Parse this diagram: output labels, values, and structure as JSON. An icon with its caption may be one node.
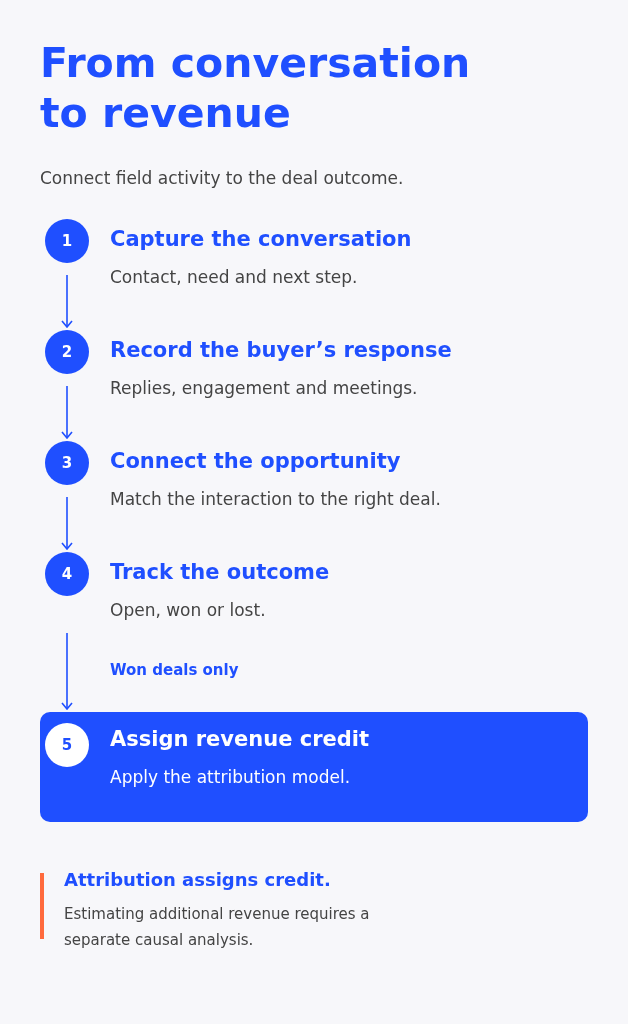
{
  "diagram": {
    "title": "From conversation to revenue",
    "nodes": [
      {
        "text": [
          "1"
        ],
        "beside": [
          "Capture the conversation",
          "Contact, need and next step."
        ]
      },
      {
        "text": [
          "2"
        ],
        "beside": [
          "Record the buyer’s response",
          "Replies, engagement and meetings."
        ]
      },
      {
        "text": [
          "3"
        ],
        "beside": [
          "Connect the opportunity",
          "Match the interaction to the right deal."
        ]
      },
      {
        "text": [
          "4"
        ],
        "beside": [
          "Track the outcome",
          "Open, won or lost."
        ]
      },
      {
        "text": [
          "Assign revenue credit",
          "Apply the attribution model."
        ]
      },
      {
        "text": [
          "5"
        ],
        "in": 4
      }
    ],
    "edges": [
      {
        "from": 0,
        "to": 1,
        "arrow": "to"
      },
      {
        "from": 1,
        "to": 2,
        "arrow": "to"
      },
      {
        "from": 2,
        "to": 3,
        "arrow": "to"
      },
      {
        "from": 3,
        "to": 4,
        "arrow": "to",
        "label": "Won deals only"
      }
    ],
    "labels": [
      "Connect field activity to the deal outcome.",
      "Attribution assigns credit.",
      "Estimating additional revenue requires a separate causal analysis."
    ]
  }
}
